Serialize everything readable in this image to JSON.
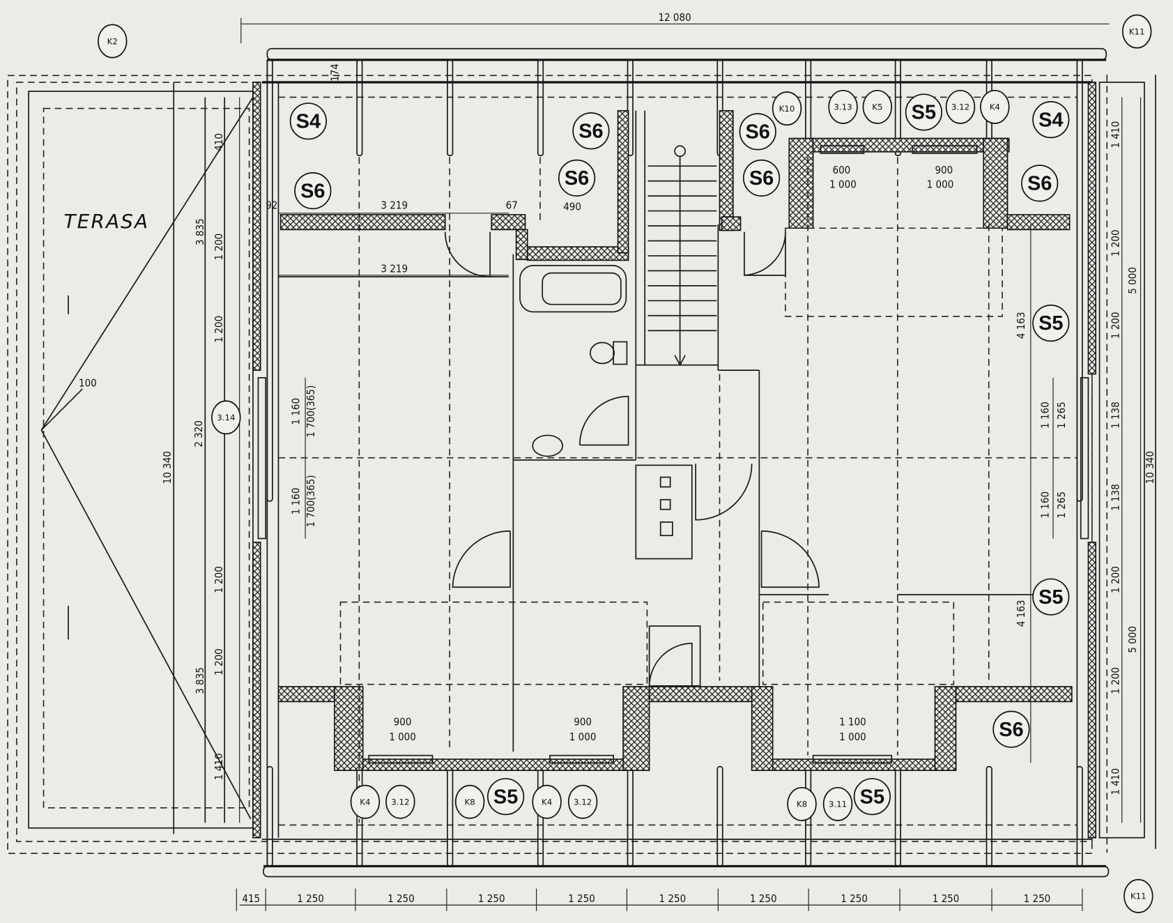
{
  "drawing": {
    "room_label": "TERASA",
    "overall_width": "12 080",
    "slope_label": "100",
    "bottom_dims": [
      "415",
      "1 250",
      "1 250",
      "1 250",
      "1 250",
      "1 250",
      "1 250",
      "1 250",
      "1 250",
      "1 250"
    ],
    "tags": [
      "K2",
      "K11",
      "K11",
      "S4",
      "S6",
      "S6",
      "S6",
      "S6",
      "S6",
      "K10",
      "3.13",
      "K5",
      "S5",
      "3.12",
      "K4",
      "S4",
      "S6",
      "S5",
      "3.14",
      "S5",
      "S6",
      "K4",
      "3.12",
      "K8",
      "S5",
      "K4",
      "3.12",
      "K8",
      "3.11",
      "S5"
    ],
    "dims": [
      "3 219",
      "3 219",
      "92",
      "67",
      "490",
      "174",
      "600",
      "1 000",
      "900",
      "1 000",
      "900",
      "1 000",
      "900",
      "1 000",
      "1 100",
      "1 000"
    ],
    "vdims": [
      "410",
      "1 200",
      "3 835",
      "1 200",
      "2 320",
      "1 160",
      "1 700(365)",
      "1 160",
      "1 700(365)",
      "1 200",
      "3 835",
      "1 200",
      "1 410",
      "10 340",
      "1 410",
      "1 200",
      "5 000",
      "4 163",
      "1 200",
      "1 160",
      "1 265",
      "1 138",
      "10 340",
      "1 160",
      "1 265",
      "1 138",
      "1 200",
      "4 163",
      "5 000",
      "1 200",
      "1 410"
    ]
  }
}
